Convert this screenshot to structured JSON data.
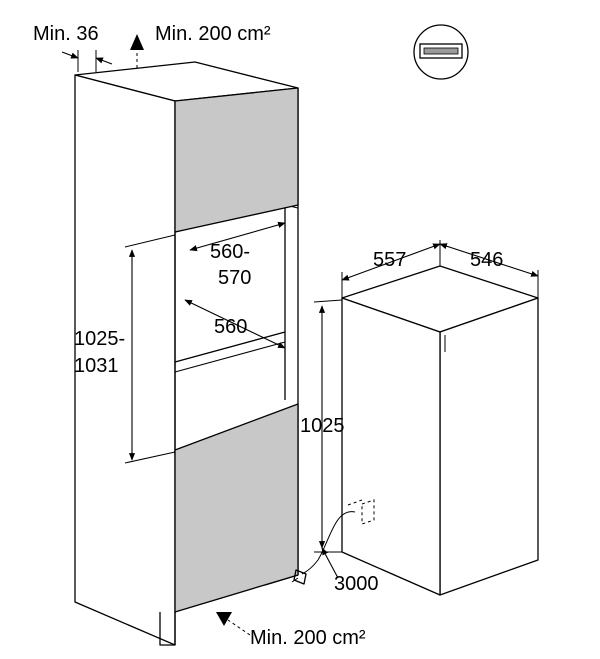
{
  "dimensions": {
    "gap_min": "Min. 36",
    "vent_top": "Min. 200 cm²",
    "vent_bottom": "Min. 200 cm²",
    "niche_depth_line1": "560-",
    "niche_depth_line2": "570",
    "niche_width": "560",
    "niche_height_line1": "1025-",
    "niche_height_line2": "1031",
    "appliance_depth": "557",
    "appliance_width": "546",
    "appliance_height": "1025",
    "cable_length": "3000"
  },
  "icons": {
    "install_symbol": "integrated-appliance-icon",
    "plug": "power-plug-icon",
    "socket": "wall-socket-icon"
  },
  "colors": {
    "line": "#000000",
    "door_fill": "#c8c8c8",
    "background": "#ffffff"
  }
}
